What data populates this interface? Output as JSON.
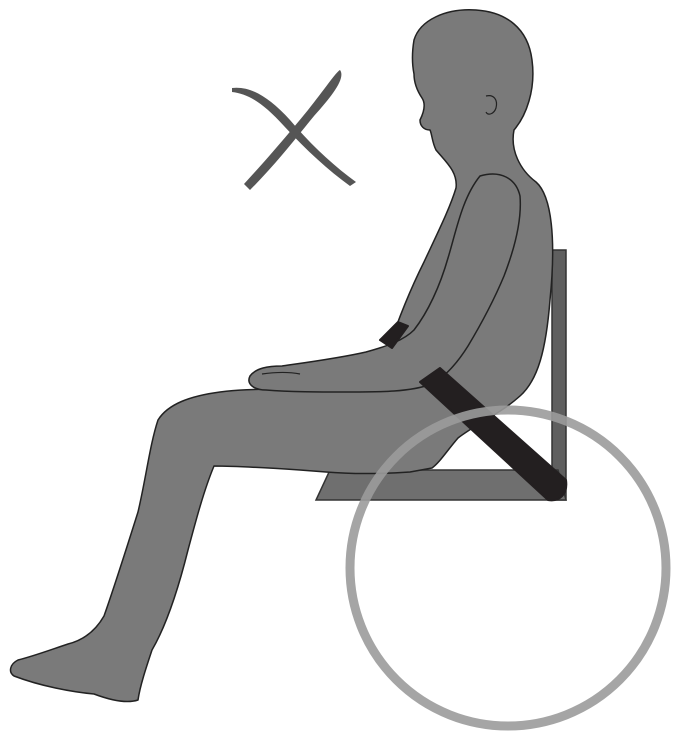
{
  "colors": {
    "background": "#ffffff",
    "figure_fill": "#7a7a7a",
    "figure_outline": "#222222",
    "strap": "#231f20",
    "seat": "#6f6f6f",
    "backrest": "#5f5f5f",
    "wheel": "#9b9b9b",
    "cross_mark": "#555555"
  },
  "icons": {
    "cross_mark": "incorrect-x-icon",
    "figure": "seated-person-silhouette",
    "wheel": "wheelchair-wheel",
    "seat": "wheelchair-seat",
    "backrest": "wheelchair-backrest",
    "strap": "diagonal-seat-belt"
  }
}
